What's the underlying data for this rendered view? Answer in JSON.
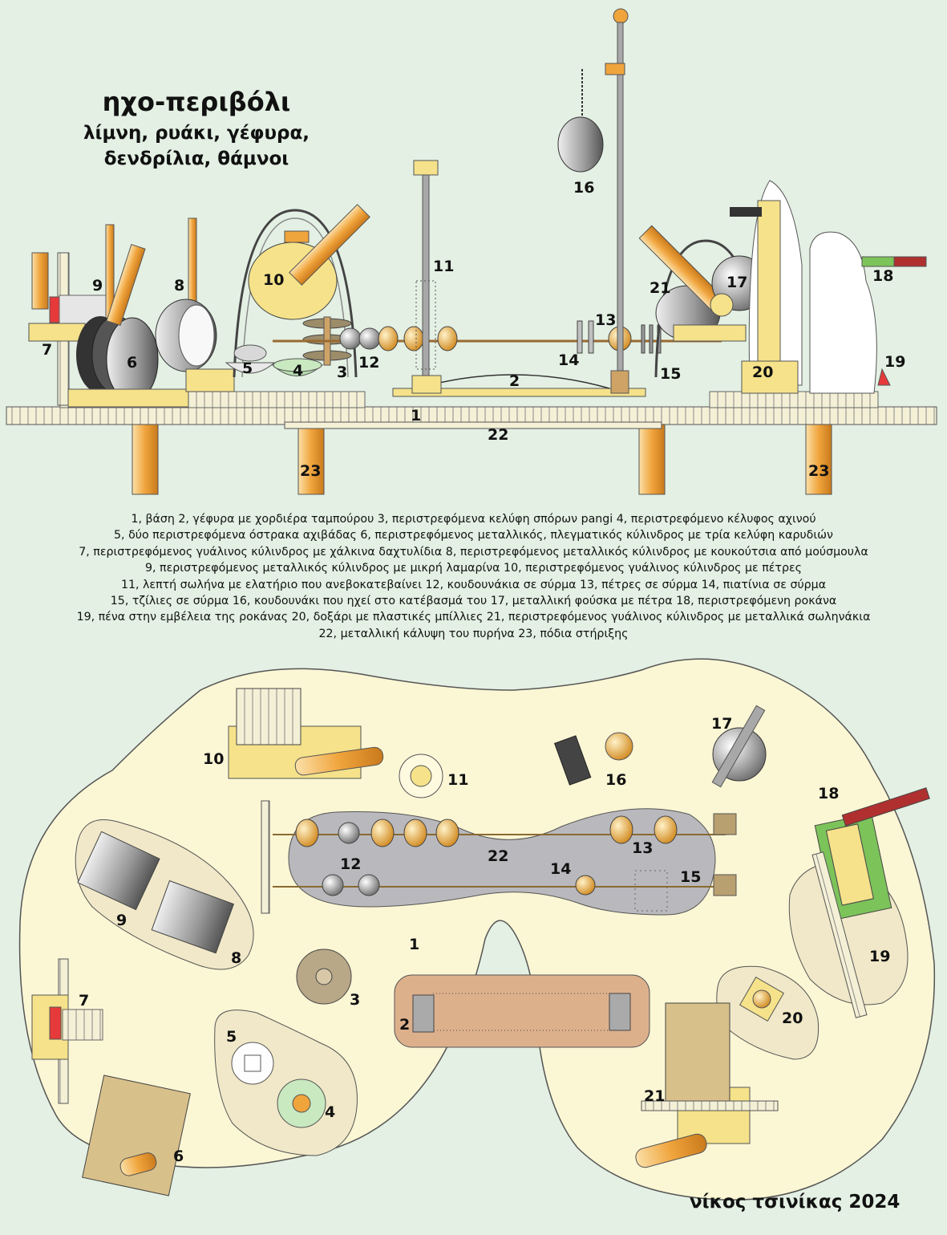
{
  "title": "ηχο-περιβόλι",
  "subtitle": [
    "λίμνη, ρυάκι, γέφυρα,",
    "δενδρίλια, θάμνοι"
  ],
  "legend_lines": [
    "1, βάση   2, γέφυρα με χορδιέρα ταμπούρου   3, περιστρεφόμενα κελύφη σπόρων pangi   4, περιστρεφόμενο κέλυφος αχινού",
    "5, δύο περιστρεφόμενα όστρακα αχιβάδας   6, περιστρεφόμενος μεταλλικός, πλεγματικός κύλινδρος με τρία κελύφη καρυδιών",
    "7, περιστρεφόμενος γυάλινος κύλινδρος με χάλκινα δαχτυλίδια   8, περιστρεφόμενος μεταλλικός κύλινδρος με κουκούτσια από μούσμουλα",
    "9, περιστρεφόμενος μεταλλικός κύλινδρος με μικρή λαμαρίνα   10, περιστρεφόμενος γυάλινος κύλινδρος με πέτρες",
    "11, λεπτή σωλήνα με ελατήριο που ανεβοκατεβαίνει   12, κουδουνάκια σε σύρμα   13, πέτρες σε σύρμα   14, πιατίνια σε σύρμα",
    "15, τζίλιες σε σύρμα   16, κουδουνάκι που ηχεί στο κατέβασμά του   17, μεταλλική φούσκα με πέτρα   18, περιστρεφόμενη ροκάνα",
    "19, πένα στην εμβέλεια της ροκάνας   20, δοξάρι με πλαστικές μπίλλιες   21, περιστρεφόμενος γυάλινος κύλινδρος με μεταλλικά σωληνάκια",
    "22, μεταλλική κάλυψη του πυρήνα   23, πόδια στήριξης"
  ],
  "author": "νίκος τσινίκας 2024",
  "side_labels": [
    "1",
    "2",
    "3",
    "4",
    "5",
    "6",
    "7",
    "8",
    "9",
    "10",
    "11",
    "12",
    "13",
    "14",
    "15",
    "16",
    "17",
    "18",
    "19",
    "20",
    "21",
    "22",
    "23",
    "23"
  ],
  "top_labels": [
    "1",
    "2",
    "3",
    "4",
    "5",
    "6",
    "7",
    "8",
    "9",
    "10",
    "11",
    "12",
    "13",
    "14",
    "15",
    "16",
    "17",
    "18",
    "19",
    "20",
    "21",
    "22"
  ],
  "colors": {
    "background": "#e3f0e3",
    "base_plate": "#f6f3c8",
    "orange": "#f0a43c",
    "yellow": "#f5e28a",
    "grey": "#a8a8a8",
    "dark": "#444444",
    "plan_island": "#fbf6d4",
    "plan_core": "#b9b9bd",
    "bridge": "#ddb08c",
    "green": "#7cc35a",
    "red": "#b03030"
  }
}
